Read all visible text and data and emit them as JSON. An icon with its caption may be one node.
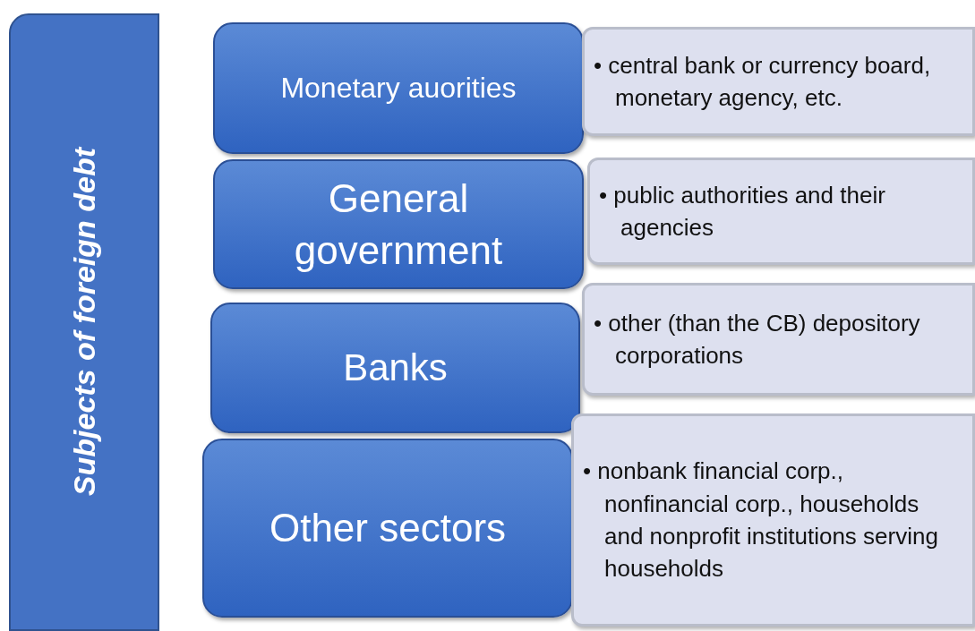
{
  "diagram": {
    "nodes": [
      {
        "text": [
          "Subjects of foreign debt"
        ]
      },
      {
        "text": [
          "Monetary auorities"
        ]
      },
      {
        "text": [
          "• central bank or currency board, monetary agency, etc."
        ]
      },
      {
        "text": [
          "General government"
        ]
      },
      {
        "text": [
          "• public authorities and their agencies"
        ]
      },
      {
        "text": [
          "Banks"
        ]
      },
      {
        "text": [
          "• other (than the CB) depository corporations"
        ]
      },
      {
        "text": [
          "Other sectors"
        ]
      },
      {
        "text": [
          "• nonbank financial corp., nonfinancial corp., households and nonprofit institutions serving households"
        ]
      }
    ],
    "edges": []
  }
}
